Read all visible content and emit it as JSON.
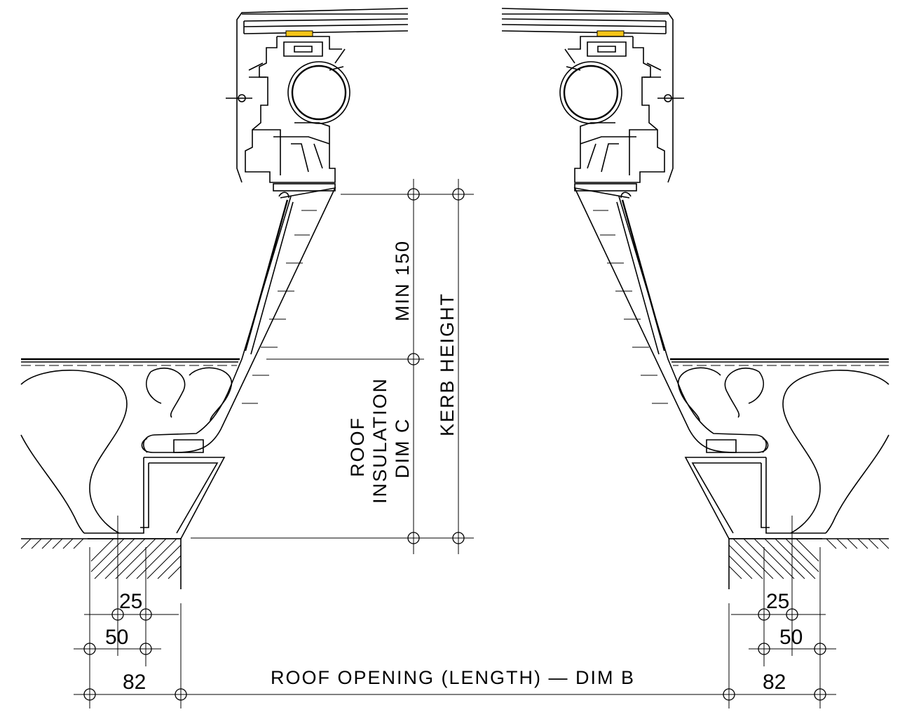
{
  "labels": {
    "min_150": "MIN 150",
    "kerb_height": "KERB HEIGHT",
    "roof": "ROOF",
    "insulation": "INSULATION",
    "dim_c": "DIM C",
    "roof_opening": "ROOF OPENING (LENGTH) — DIM B"
  },
  "dimensions_left": {
    "d25": "25",
    "d50": "50",
    "d82": "82"
  },
  "dimensions_right": {
    "d25": "25",
    "d50": "50",
    "d82": "82"
  },
  "colors": {
    "line": "#000000",
    "gasket": "#f5c518",
    "background": "#ffffff"
  }
}
